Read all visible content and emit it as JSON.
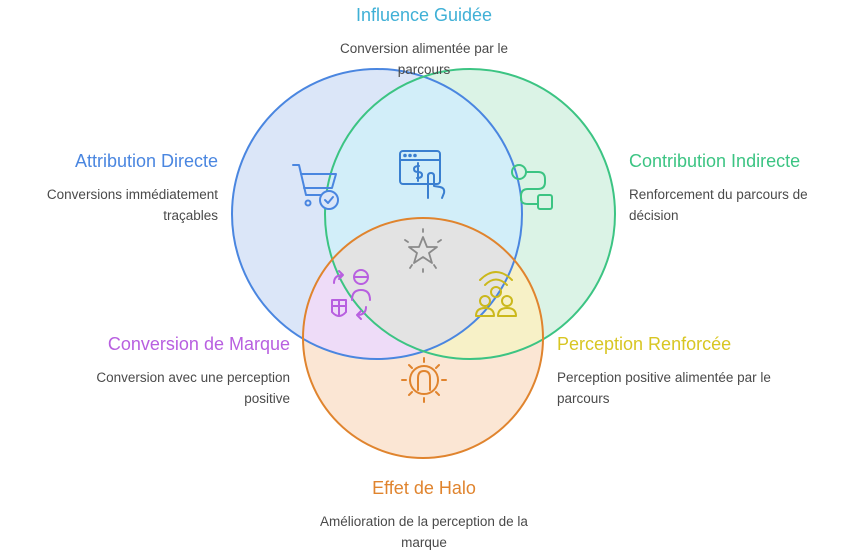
{
  "labels": {
    "top": {
      "title": "Influence Guidée",
      "desc": "Conversion alimentée par le parcours",
      "color": "#3fb0d6"
    },
    "left": {
      "title": "Attribution Directe",
      "desc": "Conversions immédiatement traçables",
      "color": "#4a86e0"
    },
    "right": {
      "title": "Contribution Indirecte",
      "desc": "Renforcement du parcours de décision",
      "color": "#3cc483"
    },
    "mleft": {
      "title": "Conversion de Marque",
      "desc": "Conversion avec une perception positive",
      "color": "#b85fe0"
    },
    "mright": {
      "title": "Perception Renforcée",
      "desc": "Perception positive alimentée par le parcours",
      "color": "#d8c623"
    },
    "bottom": {
      "title": "Effet de Halo",
      "desc": "Amélioration de la perception de la marque",
      "color": "#e0842e"
    }
  },
  "circles": {
    "blue": {
      "fill": "#dbe6f8",
      "stroke": "#4a86e0"
    },
    "green": {
      "fill": "#dbf3e6",
      "stroke": "#3cc483"
    },
    "orange": {
      "fill": "#fbe6d4",
      "stroke": "#e0842e"
    }
  },
  "overlaps": {
    "blue_green": "#d2eef9",
    "blue_orange": "#eedcf8",
    "green_orange": "#f7f1c7",
    "center": "#e3e3e3"
  },
  "icons": {
    "cart": "shopping-cart-check-icon",
    "flow": "process-flow-icon",
    "payment": "payment-click-icon",
    "star": "star-burst-icon",
    "swap": "brand-exchange-icon",
    "group": "audience-broadcast-icon",
    "halo": "halo-head-icon"
  }
}
